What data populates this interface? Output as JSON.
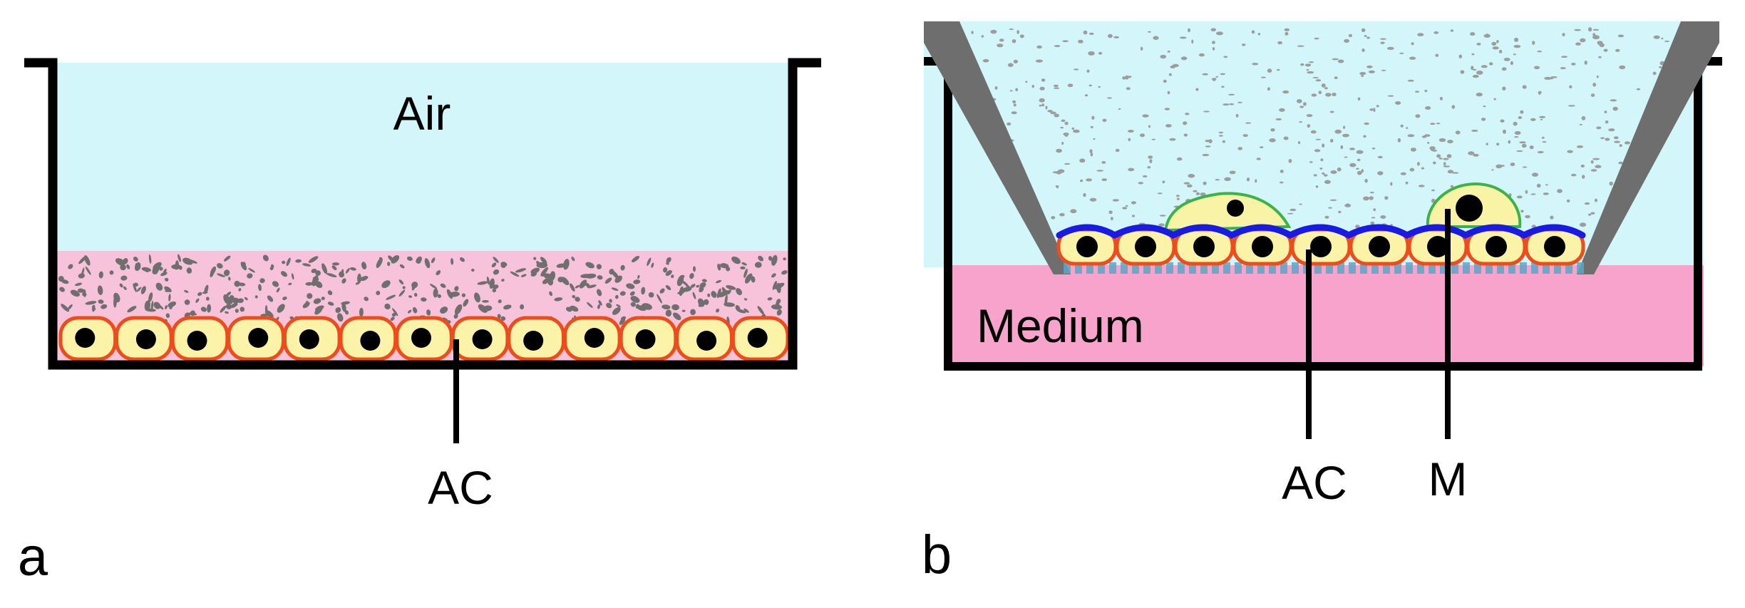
{
  "panel_a": {
    "letter": "a",
    "air_label": "Air",
    "cell_label": "AC",
    "colors": {
      "air": "#d3f6fb",
      "medium": "#f7c3da",
      "particles": "#6f6f6f",
      "cell_fill": "#fbf4a8",
      "cell_border": "#ef4c1c",
      "wall": "#000000"
    }
  },
  "panel_b": {
    "letter": "b",
    "medium_label": "Medium",
    "cell_label": "AC",
    "macrophage_label": "M",
    "colors": {
      "air": "#d3f6fb",
      "medium": "#f7a3cc",
      "particles": "#9d9d9d",
      "insert": "#6e6e6e",
      "lining": "#1a1ae6",
      "macrophage_fill": "#f9f3a6",
      "macrophage_border": "#3db249",
      "membrane": "#5aa7c8",
      "cell_fill": "#fbf4a8",
      "cell_border": "#ef4c1c"
    }
  }
}
